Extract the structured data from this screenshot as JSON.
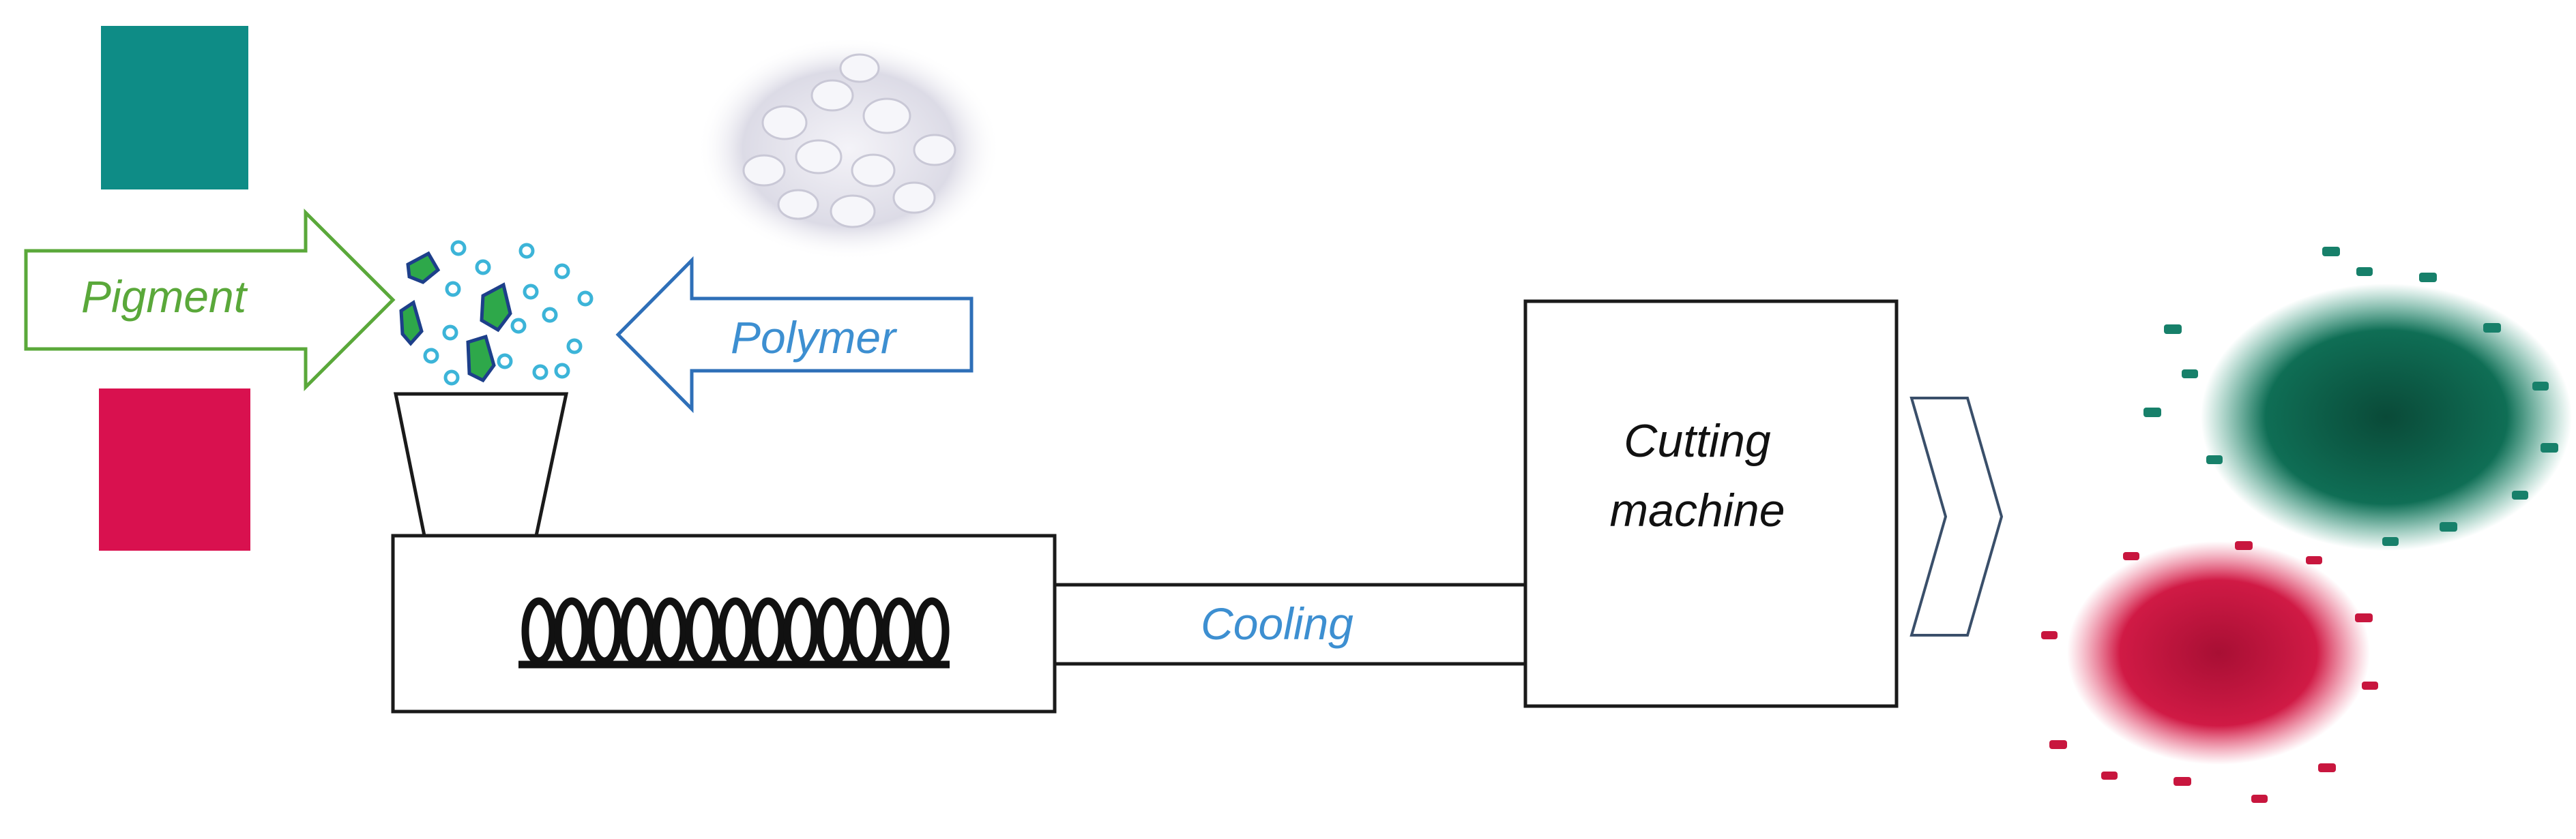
{
  "labels": {
    "pigment": "Pigment",
    "polymer": "Polymer",
    "cooling": "Cooling",
    "cutting_line1": "Cutting",
    "cutting_line2": "machine"
  },
  "colors": {
    "pigment_label": "#5aa83a",
    "pigment_arrow": "#5aa83a",
    "polymer_label": "#3d8fd1",
    "polymer_arrow": "#2e6fb8",
    "cooling_label": "#3d8fd1",
    "teal_pigment": "#0e8c86",
    "magenta_pigment": "#d9114f",
    "green_pellets": "#0f6e55",
    "red_pellets": "#c8163e",
    "outline": "#1a1a1a",
    "output_arrow": "#3a4f6a"
  }
}
